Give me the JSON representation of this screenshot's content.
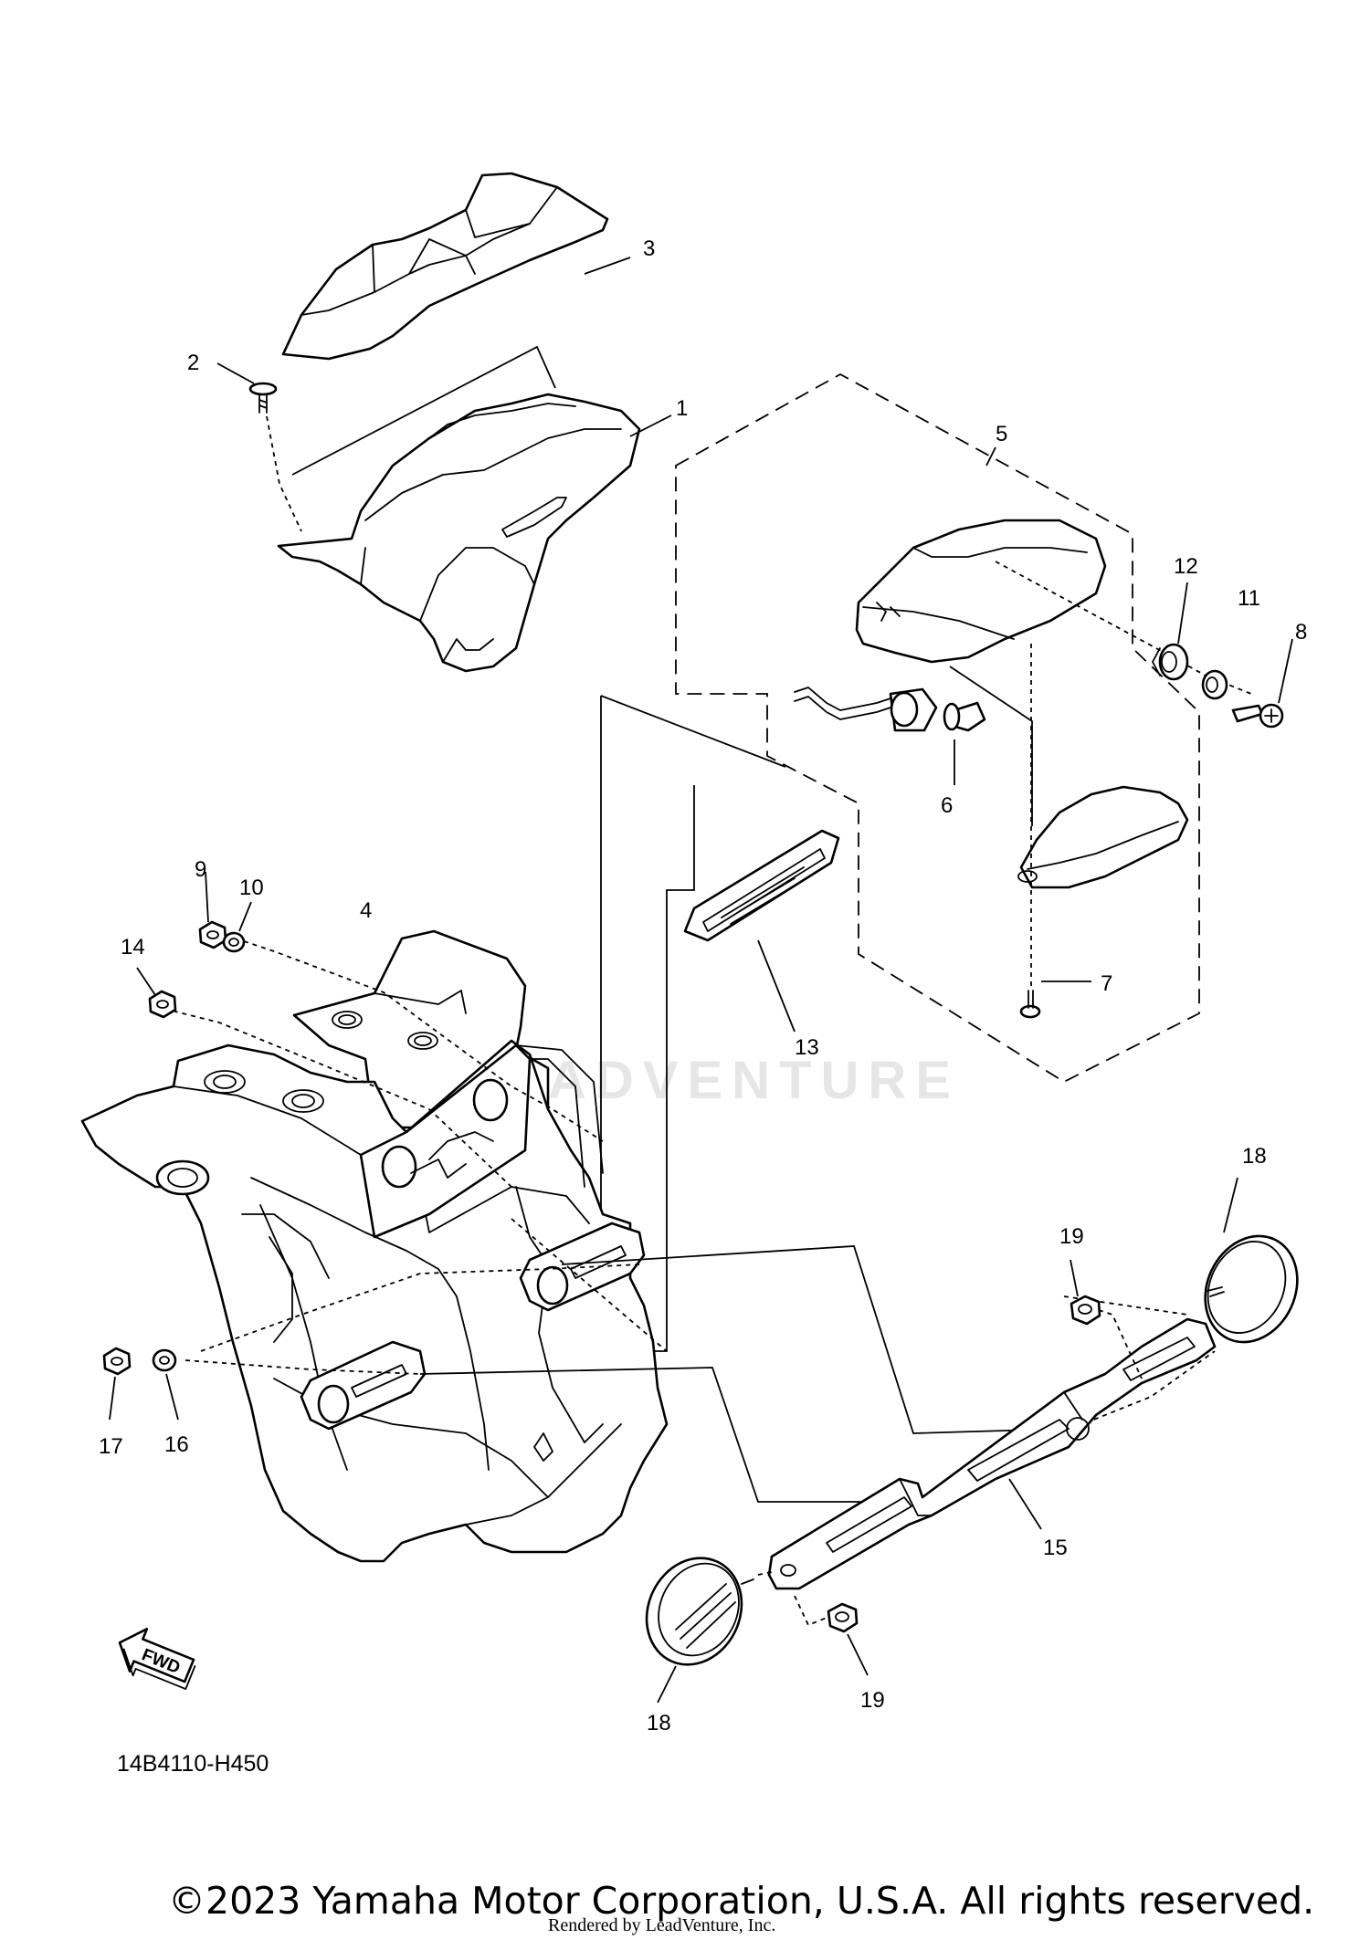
{
  "watermark_text": "ADVENTURE",
  "callouts": {
    "c1": "1",
    "c2": "2",
    "c3": "3",
    "c4": "4",
    "c5": "5",
    "c6": "6",
    "c7": "7",
    "c8": "8",
    "c9": "9",
    "c10": "10",
    "c11": "11",
    "c12": "12",
    "c13": "13",
    "c14": "14",
    "c15": "15",
    "c16": "16",
    "c17": "17",
    "c18a": "18",
    "c18b": "18",
    "c19a": "19",
    "c19b": "19"
  },
  "fwd_label": "FWD",
  "diagram_code": "14B4110-H450",
  "copyright": "©2023 Yamaha Motor Corporation, U.S.A. All rights reserved.",
  "render_credit": "Rendered by LeadVenture, Inc."
}
